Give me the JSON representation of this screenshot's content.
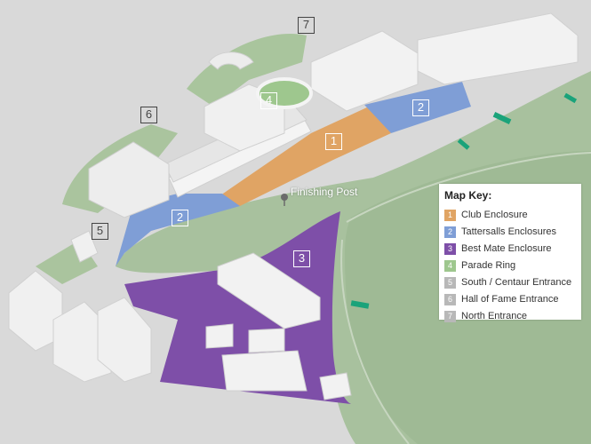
{
  "map": {
    "finishing_post_label": "Finishing Post",
    "markers": [
      {
        "number": "1",
        "name": "club"
      },
      {
        "number": "2",
        "name": "tattersalls-east"
      },
      {
        "number": "2",
        "name": "tattersalls-west"
      },
      {
        "number": "3",
        "name": "best-mate"
      },
      {
        "number": "4",
        "name": "parade-ring"
      },
      {
        "number": "5",
        "name": "south-centaur"
      },
      {
        "number": "6",
        "name": "hall-of-fame"
      },
      {
        "number": "7",
        "name": "north"
      }
    ]
  },
  "legend": {
    "title": "Map Key:",
    "items": [
      {
        "number": "1",
        "label": "Club Enclosure",
        "color": "#e0a464"
      },
      {
        "number": "2",
        "label": "Tattersalls Enclosures",
        "color": "#7f9ed6"
      },
      {
        "number": "3",
        "label": "Best Mate Enclosure",
        "color": "#7e4fa8"
      },
      {
        "number": "4",
        "label": "Parade Ring",
        "color": "#9ec78e"
      },
      {
        "number": "5",
        "label": "South / Centaur Entrance",
        "color": "#b8b8b8"
      },
      {
        "number": "6",
        "label": "Hall of Fame Entrance",
        "color": "#b8b8b8"
      },
      {
        "number": "7",
        "label": "North Entrance",
        "color": "#b8b8b8"
      }
    ]
  },
  "colors": {
    "track": "#a8c19e",
    "infield": "#9fba95",
    "club": "#e0a464",
    "tattersalls": "#7f9ed6",
    "best_mate": "#7e4fa8",
    "building": "#f2f2f2",
    "hedge": "#1aa37a"
  }
}
